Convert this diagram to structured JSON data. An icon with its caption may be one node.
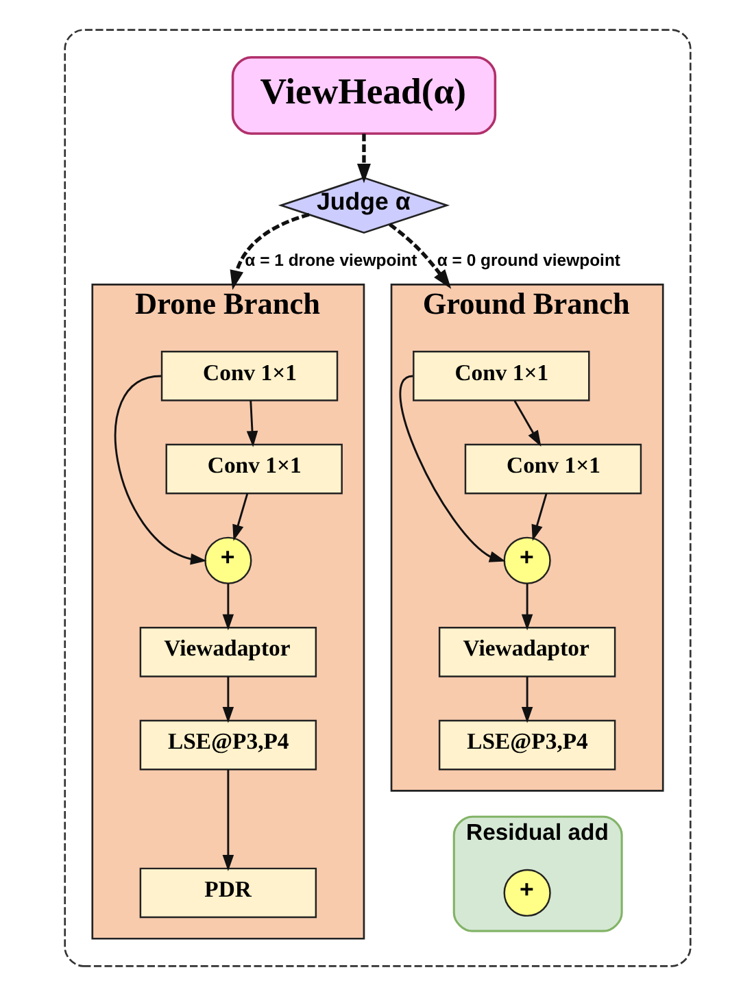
{
  "diagram": {
    "nodes": [
      {
        "text": [],
        "shape": "box"
      },
      {
        "text": [
          "ViewHead(α)"
        ],
        "in": 0
      },
      {
        "text": [
          "Judge α"
        ],
        "in": 0
      },
      {
        "text": [
          "Drone Branch"
        ],
        "in": 0
      },
      {
        "text": [
          "Conv 1×1"
        ],
        "in": 3
      },
      {
        "text": [
          "Conv 1×1"
        ],
        "in": 3
      },
      {
        "text": [
          "+"
        ],
        "in": 3
      },
      {
        "text": [
          "Viewadaptor"
        ],
        "in": 3
      },
      {
        "text": [
          "LSE@P3,P4"
        ],
        "in": 3
      },
      {
        "text": [
          "PDR"
        ],
        "in": 3
      },
      {
        "text": [
          "Ground Branch"
        ],
        "in": 0
      },
      {
        "text": [
          "Conv 1×1"
        ],
        "in": 10
      },
      {
        "text": [
          "Conv 1×1"
        ],
        "in": 10
      },
      {
        "text": [
          "+"
        ],
        "in": 10
      },
      {
        "text": [
          "Viewadaptor"
        ],
        "in": 10
      },
      {
        "text": [
          "LSE@P3,P4"
        ],
        "in": 10
      },
      {
        "text": [
          "Residual add"
        ],
        "in": 0
      },
      {
        "text": [
          "+"
        ],
        "in": 16
      }
    ],
    "edges": [
      {
        "from": 1,
        "to": 2,
        "arrow": "to",
        "style": "dashed"
      },
      {
        "from": 2,
        "to": 3,
        "arrow": "to",
        "style": "dashed",
        "label": "α = 1 drone viewpoint"
      },
      {
        "from": 2,
        "to": 10,
        "arrow": "to",
        "style": "dashed",
        "label": "α = 0 ground viewpoint"
      },
      {
        "from": 4,
        "to": 5,
        "arrow": "to"
      },
      {
        "from": 5,
        "to": 6,
        "arrow": "to"
      },
      {
        "from": 4,
        "to": 6,
        "arrow": "to"
      },
      {
        "from": 6,
        "to": 7,
        "arrow": "to"
      },
      {
        "from": 7,
        "to": 8,
        "arrow": "to"
      },
      {
        "from": 8,
        "to": 9,
        "arrow": "to"
      },
      {
        "from": 11,
        "to": 12,
        "arrow": "to"
      },
      {
        "from": 12,
        "to": 13,
        "arrow": "to"
      },
      {
        "from": 11,
        "to": 13,
        "arrow": "to"
      },
      {
        "from": 13,
        "to": 14,
        "arrow": "to"
      },
      {
        "from": 14,
        "to": 15,
        "arrow": "to"
      }
    ]
  }
}
